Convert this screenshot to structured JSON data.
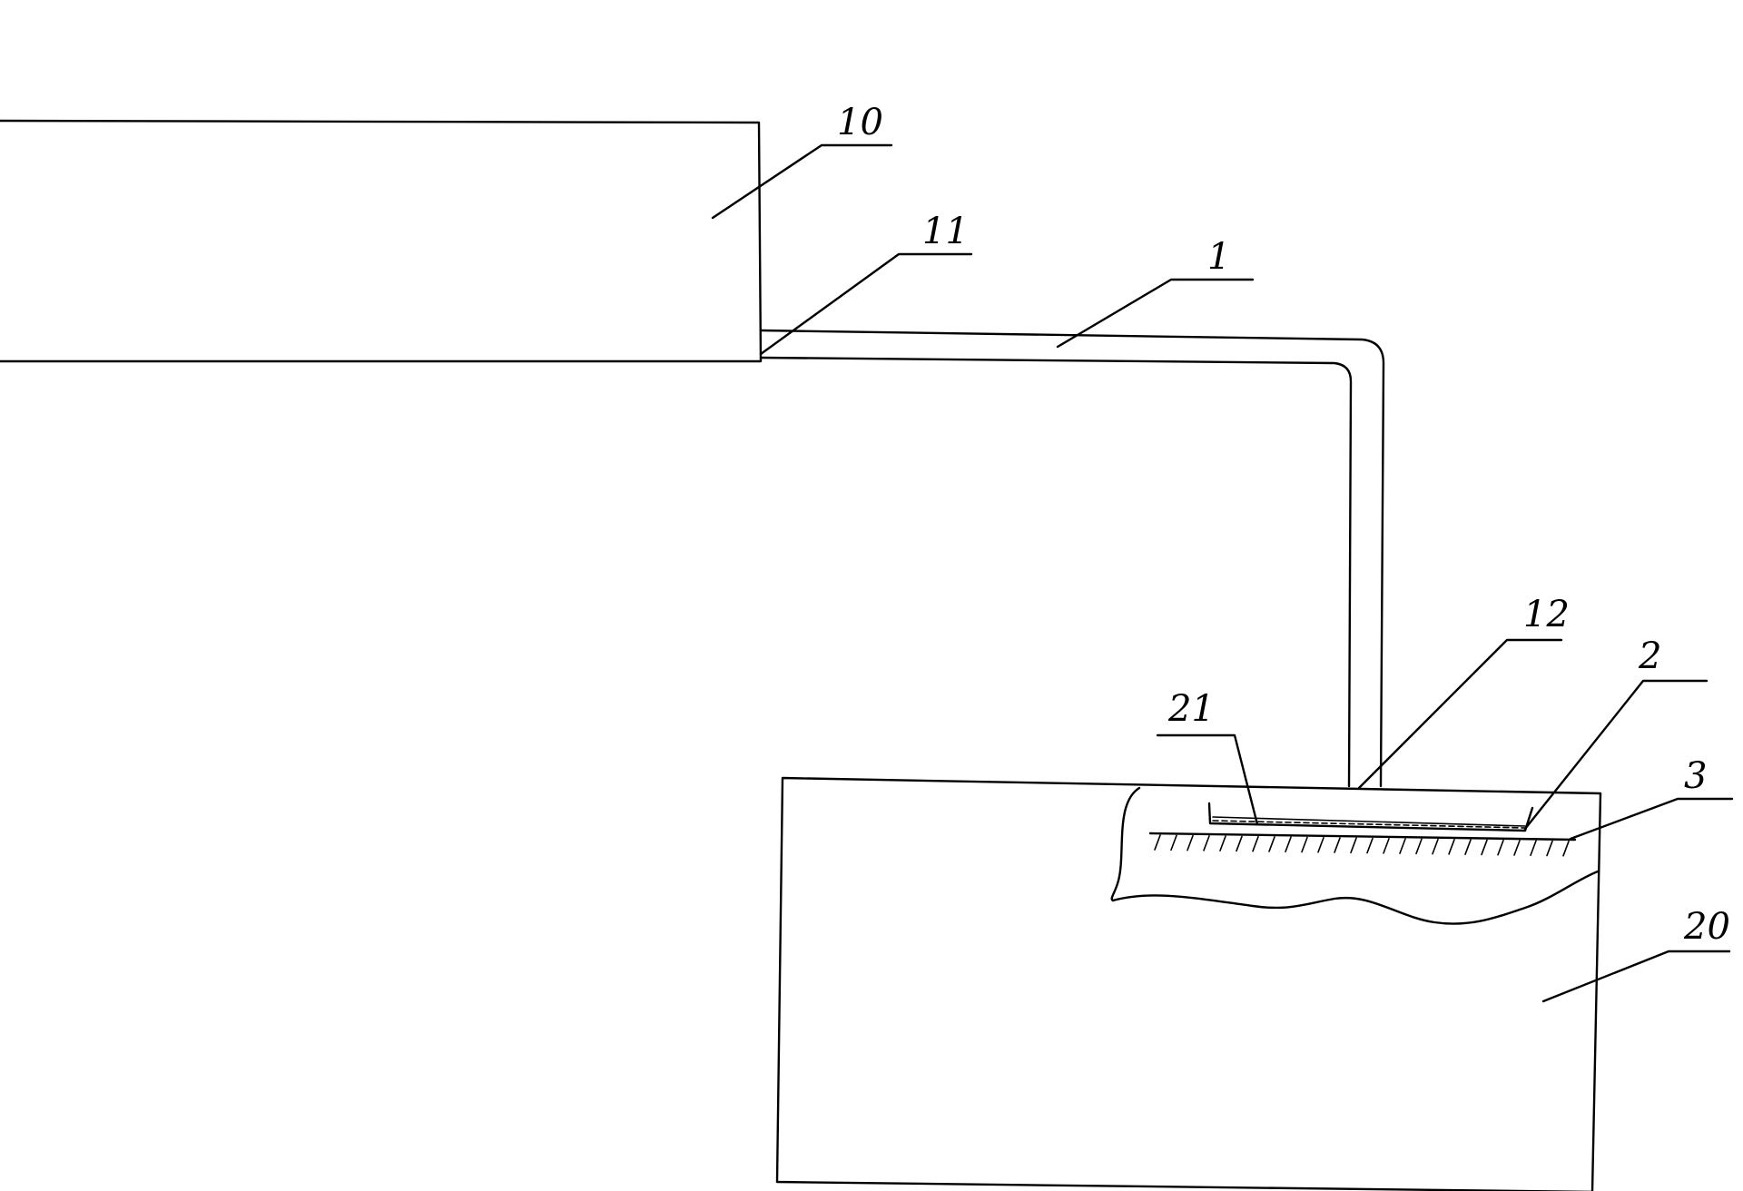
{
  "labels": {
    "upper_block": "10",
    "pipe_inlet": "11",
    "pipe": "1",
    "pipe_outlet": "12",
    "tray": "2",
    "tray_bottom": "21",
    "hatched_layer": "3",
    "lower_block": "20"
  }
}
